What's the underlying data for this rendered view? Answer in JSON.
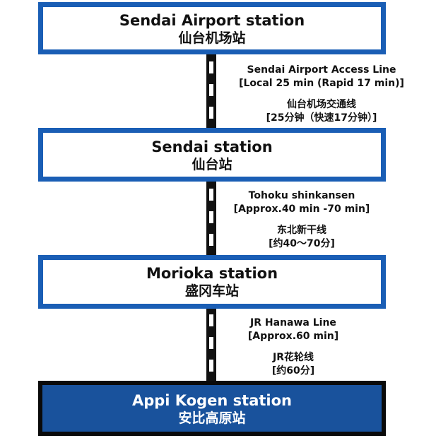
{
  "stations": [
    {
      "name_en": "Sendai Airport station",
      "name_zh": "仙台机场站"
    },
    {
      "name_en": "Sendai station",
      "name_zh": "仙台站"
    },
    {
      "name_en": "Morioka station",
      "name_zh": "盛冈车站"
    },
    {
      "name_en": "Appi Kogen station",
      "name_zh": "安比高原站"
    }
  ],
  "routes": [
    {
      "line_en": "Sendai Airport Access Line",
      "time_en": "[Local 25 min (Rapid 17 min)]",
      "line_zh": "仙台机场交通线",
      "time_zh": "[25分钟（快速17分钟）]"
    },
    {
      "line_en": "Tohoku shinkansen",
      "time_en": "[Approx.40 min -70 min]",
      "line_zh": "东北新干线",
      "time_zh": "[约40～70分]"
    },
    {
      "line_en": "JR Hanawa Line",
      "time_en": "[Approx.60 min]",
      "line_zh": "JR花轮线",
      "time_zh": "[约60分]"
    }
  ],
  "colors": {
    "station_border": "#1a5eb5",
    "final_station_fill": "#19529c",
    "track": "#111111"
  }
}
